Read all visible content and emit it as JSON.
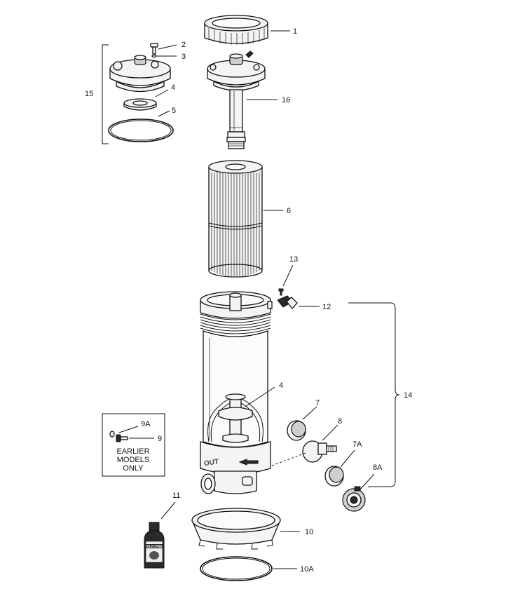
{
  "callouts": {
    "c1": "1",
    "c2": "2",
    "c3": "3",
    "c4a": "4",
    "c5": "5",
    "c15": "15",
    "c16": "16",
    "c6": "6",
    "c13": "13",
    "c12": "12",
    "c14": "14",
    "c4b": "4",
    "c7": "7",
    "c8": "8",
    "c7a": "7A",
    "c8a": "8A",
    "c9a": "9A",
    "c9": "9",
    "c11": "11",
    "c10": "10",
    "c10a": "10A"
  },
  "note_box": {
    "line1": "EARLIER",
    "line2": "MODELS",
    "line3": "ONLY"
  },
  "body_embossed": "OUT",
  "bottle_label": {
    "line1": "SILICONE"
  }
}
